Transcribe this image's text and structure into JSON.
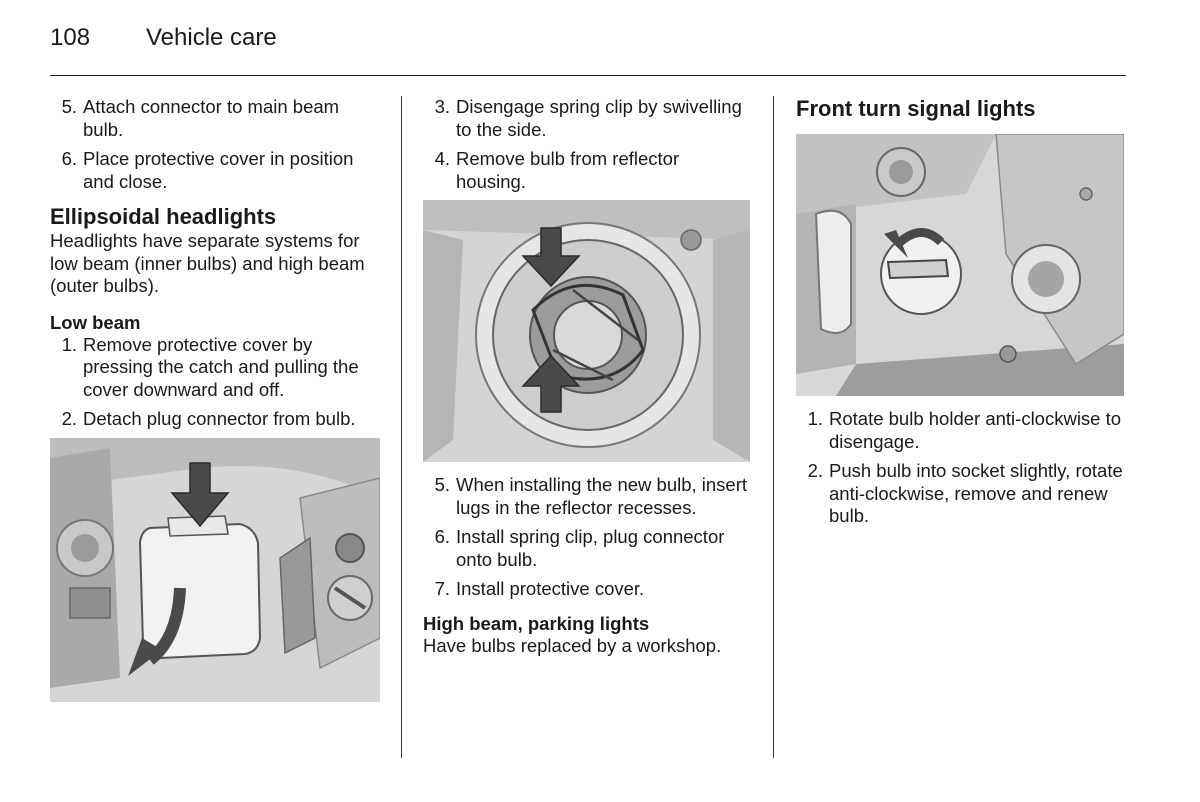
{
  "header": {
    "page_number": "108",
    "section_title": "Vehicle care"
  },
  "col1": {
    "steps_top": [
      {
        "num": "5.",
        "text": "Attach connector to main beam bulb."
      },
      {
        "num": "6.",
        "text": "Place protective cover in position and close."
      }
    ],
    "heading": "Ellipsoidal headlights",
    "intro": "Headlights have separate systems for low beam (inner bulbs) and high beam (outer bulbs).",
    "subheading": "Low beam",
    "steps_low_beam": [
      {
        "num": "1.",
        "text": "Remove protective cover by pressing the catch and pulling the cover downward and off."
      },
      {
        "num": "2.",
        "text": "Detach plug connector from bulb."
      }
    ]
  },
  "col2": {
    "steps_top": [
      {
        "num": "3.",
        "text": "Disengage spring clip by swivelling to the side."
      },
      {
        "num": "4.",
        "text": "Remove bulb from reflector housing."
      }
    ],
    "steps_bottom": [
      {
        "num": "5.",
        "text": "When installing the new bulb, insert lugs in the reflector recesses."
      },
      {
        "num": "6.",
        "text": "Install spring clip, plug connector onto bulb."
      },
      {
        "num": "7.",
        "text": "Install protective cover."
      }
    ],
    "subheading": "High beam, parking lights",
    "note": "Have bulbs replaced by a workshop."
  },
  "col3": {
    "heading": "Front turn signal lights",
    "steps": [
      {
        "num": "1.",
        "text": "Rotate bulb holder anti-clockwise to disengage."
      },
      {
        "num": "2.",
        "text": "Push bulb into socket slightly, rotate anti-clockwise, remove and renew bulb."
      }
    ]
  },
  "colors": {
    "text": "#1a1a1a",
    "rule": "#333333",
    "illustration_light": "#d9d9d9",
    "illustration_dark": "#6f6f6f",
    "arrow": "#4a4a4a"
  }
}
